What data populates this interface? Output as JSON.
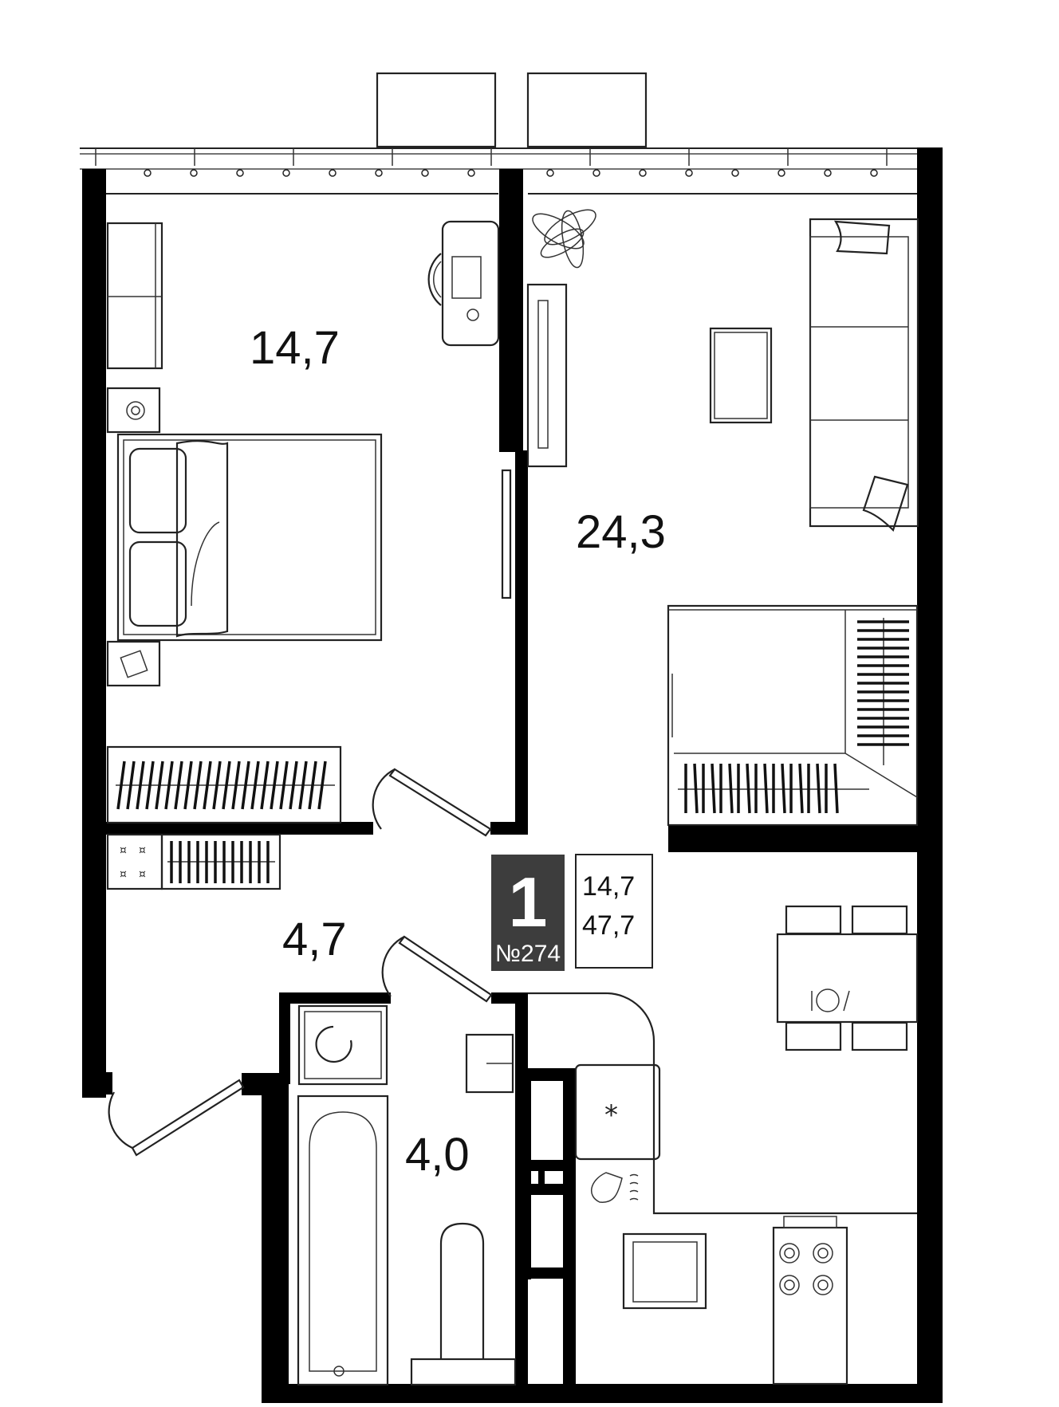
{
  "rooms": [
    {
      "id": "bedroom",
      "area": "14,7"
    },
    {
      "id": "living",
      "area": "24,3"
    },
    {
      "id": "hallway",
      "area": "4,7"
    },
    {
      "id": "bathroom",
      "area": "4,0"
    }
  ],
  "badge": {
    "rooms_count": "1",
    "number": "№274",
    "living_area": "14,7",
    "total_area": "47,7",
    "bg_color": "#3d3d3d"
  }
}
